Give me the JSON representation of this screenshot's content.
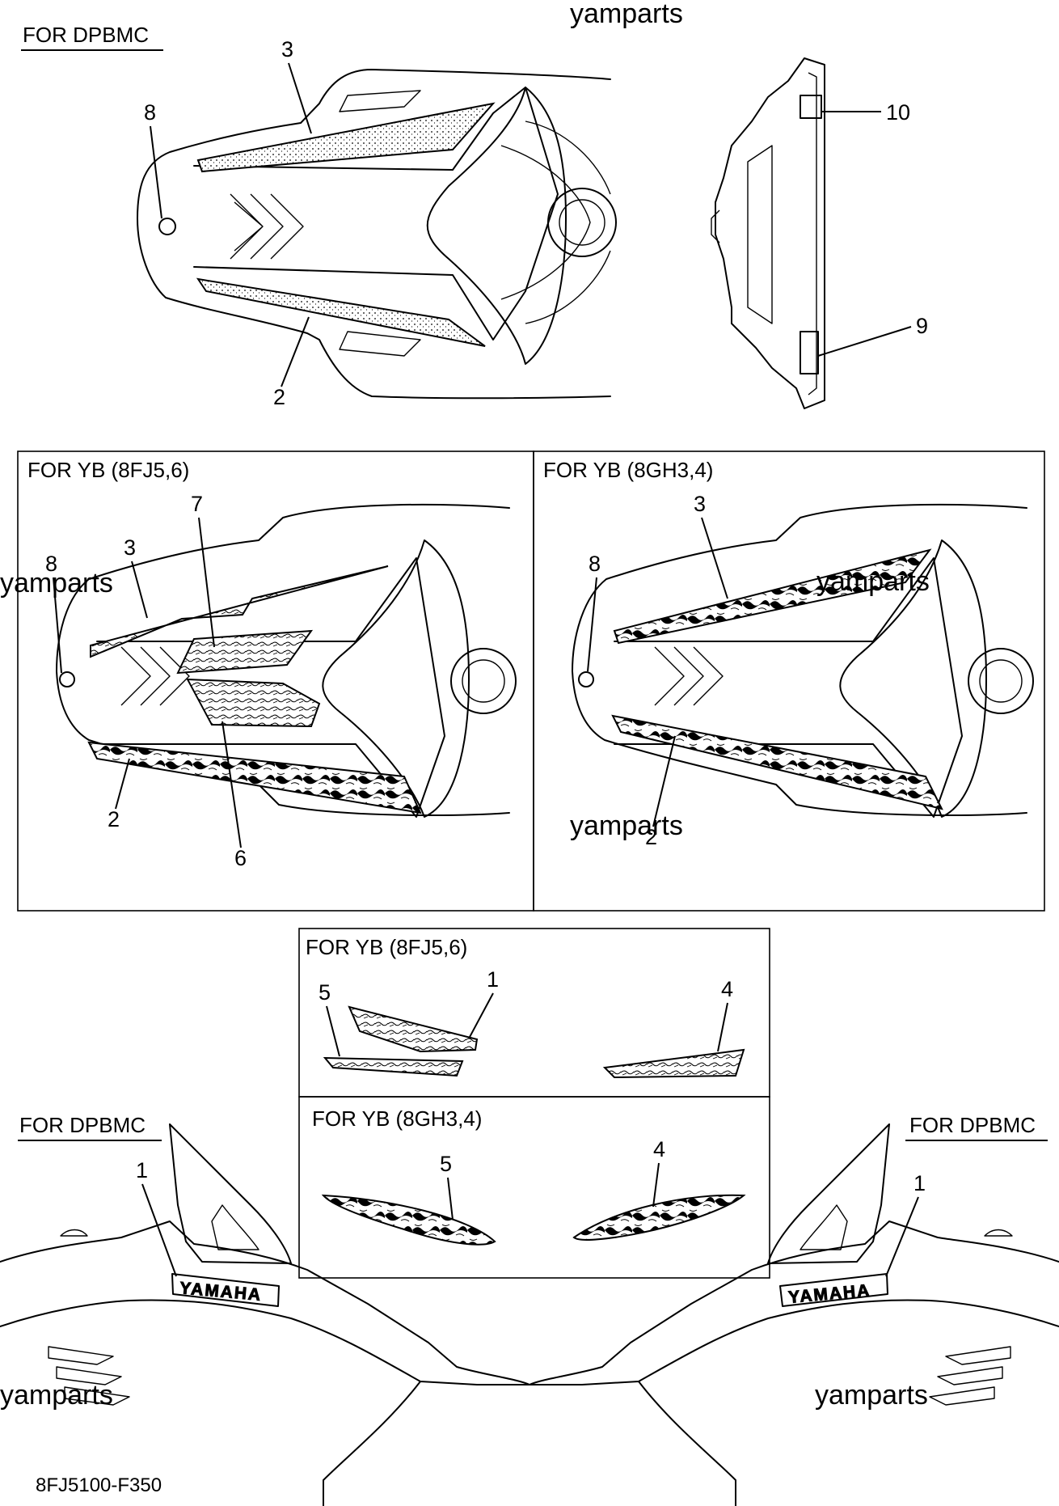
{
  "watermark": "yamparts",
  "drawing_code": "8FJ5100-F350",
  "brand_text": "YAMAHA",
  "colors": {
    "ink": "#000000",
    "paper": "#ffffff"
  },
  "sections": {
    "top_left": "FOR DPBMC",
    "mid_left": "FOR YB (8FJ5,6)",
    "mid_right": "FOR YB (8GH3,4)",
    "inset_top": "FOR YB (8FJ5,6)",
    "inset_bottom": "FOR YB (8GH3,4)",
    "bottom_left": "FOR DPBMC",
    "bottom_right": "FOR DPBMC"
  },
  "callouts": {
    "top": [
      "3",
      "8",
      "2",
      "10",
      "9"
    ],
    "mid_left": [
      "7",
      "3",
      "8",
      "2",
      "6"
    ],
    "mid_right": [
      "3",
      "8",
      "2"
    ],
    "inset_top": [
      "1",
      "5",
      "4"
    ],
    "inset_bottom": [
      "5",
      "4"
    ],
    "bottom_left": [
      "1"
    ],
    "bottom_right": [
      "1"
    ]
  }
}
